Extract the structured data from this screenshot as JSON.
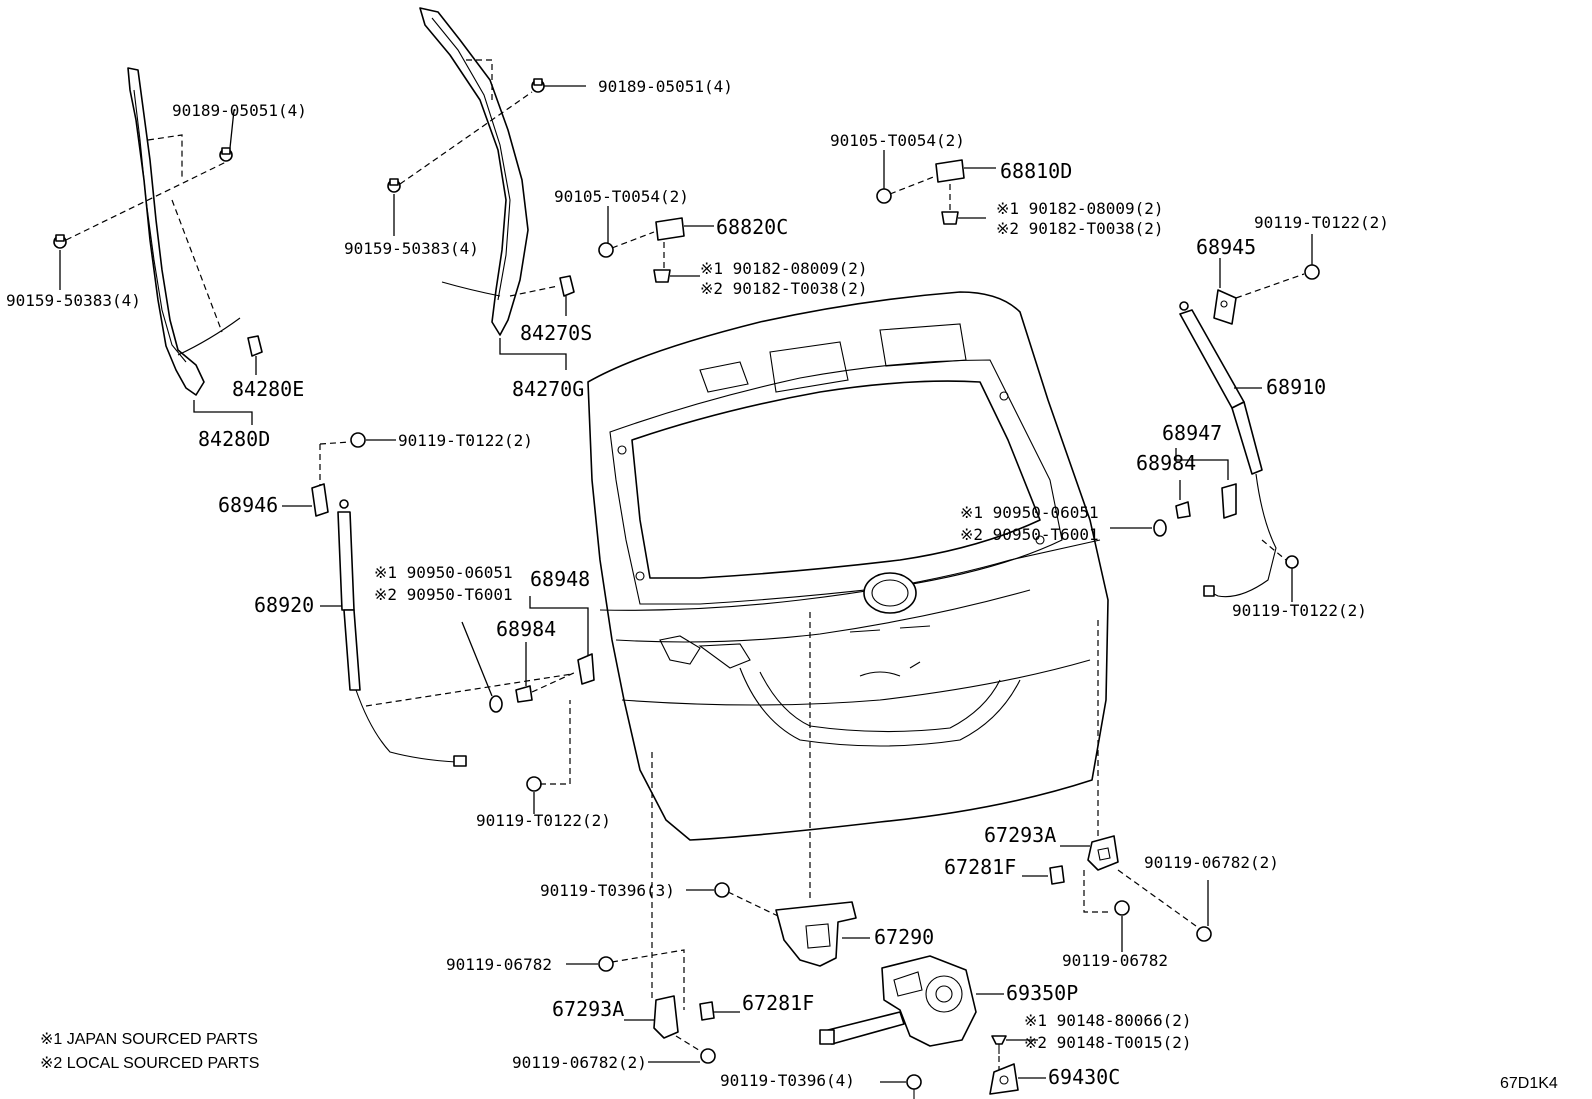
{
  "figure_code": "67D1K4",
  "notes": [
    "※1 JAPAN SOURCED PARTS",
    "※2 LOCAL SOURCED PARTS"
  ],
  "labels": {
    "l_90189_left": "90189-05051(4)",
    "l_90159_left": "90159-50383(4)",
    "l_84280E": "84280E",
    "l_84280D": "84280D",
    "l_90189_mid": "90189-05051(4)",
    "l_90159_mid": "90159-50383(4)",
    "l_84270S": "84270S",
    "l_84270G": "84270G",
    "l_90105_a": "90105-T0054(2)",
    "l_68820C": "68820C",
    "l_90182_a1": "※1 90182-08009(2)",
    "l_90182_a2": "※2 90182-T0038(2)",
    "l_90105_b": "90105-T0054(2)",
    "l_68810D": "68810D",
    "l_90182_b1": "※1 90182-08009(2)",
    "l_90182_b2": "※2 90182-T0038(2)",
    "l_90119_tr": "90119-T0122(2)",
    "l_68945": "68945",
    "l_68910": "68910",
    "l_68947": "68947",
    "l_68984_r": "68984",
    "l_90950_r1": "※1 90950-06051",
    "l_90950_r2": "※2 90950-T6001",
    "l_90119_r2": "90119-T0122(2)",
    "l_90119_tl": "90119-T0122(2)",
    "l_68946": "68946",
    "l_68920": "68920",
    "l_90950_l1": "※1 90950-06051",
    "l_90950_l2": "※2 90950-T6001",
    "l_68948": "68948",
    "l_68984_l": "68984",
    "l_90119_bl": "90119-T0122(2)",
    "l_67293A_r": "67293A",
    "l_67281F_r": "67281F",
    "l_90119_06782_r2": "90119-06782(2)",
    "l_90119_06782_r": "90119-06782",
    "l_90119_T0396_3": "90119-T0396(3)",
    "l_67290": "67290",
    "l_90119_06782_l": "90119-06782",
    "l_67293A_l": "67293A",
    "l_67281F_l": "67281F",
    "l_90119_06782_l2": "90119-06782(2)",
    "l_69350P": "69350P",
    "l_90148_1": "※1 90148-80066(2)",
    "l_90148_2": "※2 90148-T0015(2)",
    "l_90119_T0396_4": "90119-T0396(4)",
    "l_69430C": "69430C"
  }
}
